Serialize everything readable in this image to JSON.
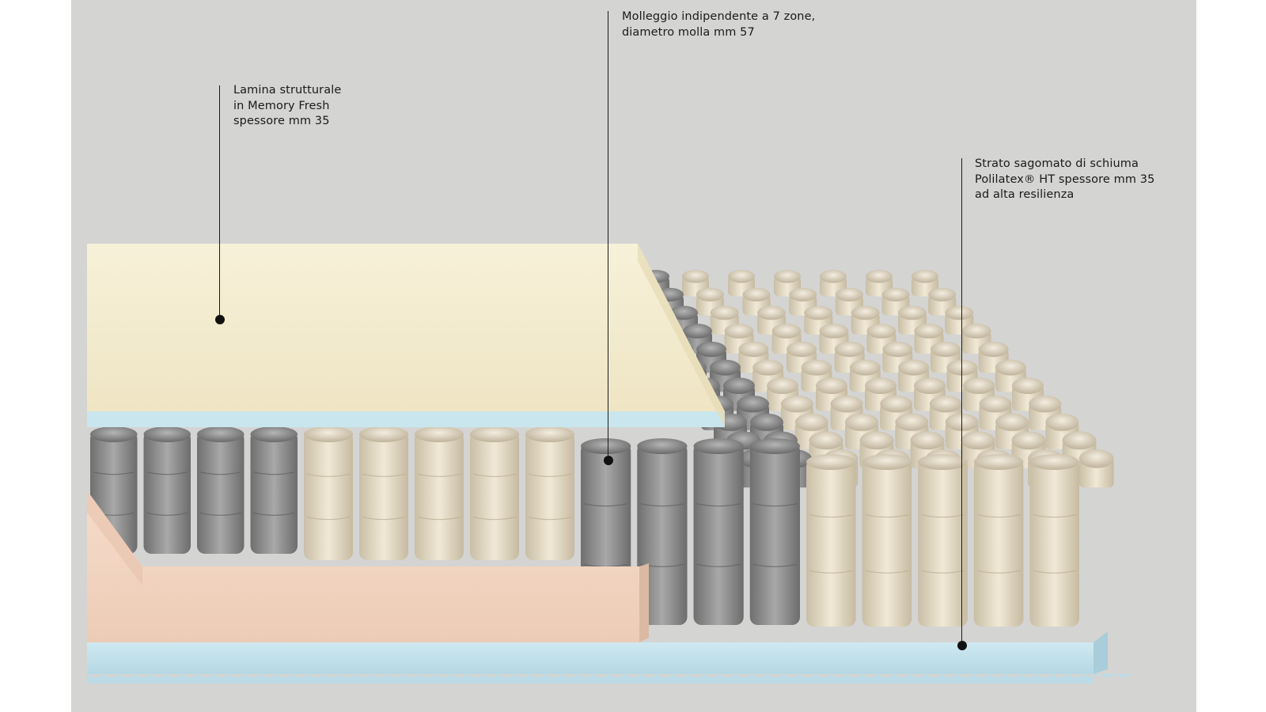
{
  "callouts": [
    {
      "id": "memory-fresh-layer",
      "lines": [
        "Lamina strutturale",
        "in Memory Fresh",
        "spessore mm 35"
      ]
    },
    {
      "id": "pocket-springs",
      "lines": [
        "Molleggio indipendente a 7 zone,",
        "diametro molla mm 57"
      ]
    },
    {
      "id": "polilatex-layer",
      "lines": [
        "Strato sagomato di schiuma",
        "Polilatex® HT spessore mm 35",
        "ad alta resilienza"
      ]
    }
  ],
  "colors": {
    "background": "#d4d4d3",
    "memory_foam": "#f4ecd0",
    "blue_foam": "#c5e2ec",
    "pink_foam": "#f2d6c4",
    "spring_grey": "#9a9a9a",
    "spring_cream": "#e9e0cc"
  }
}
